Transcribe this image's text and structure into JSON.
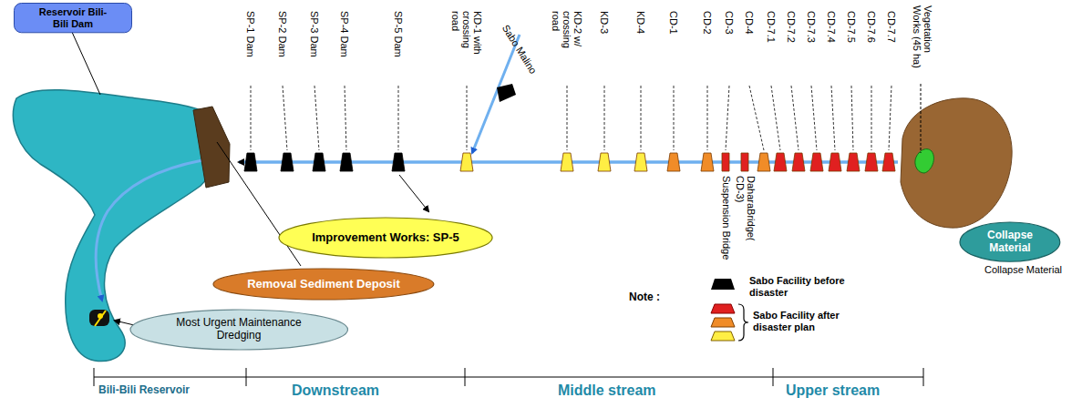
{
  "diagram": {
    "nodes": [
      {
        "text": [
          "Reservoir Bili-Bili Dam"
        ]
      },
      {
        "text": [
          "Improvement Works: SP-5"
        ]
      },
      {
        "text": [
          "Removal Sediment Deposit"
        ]
      },
      {
        "text": [
          "Most Urgent Maintenance Dredging"
        ]
      },
      {
        "text": [
          "Collapse Material"
        ]
      }
    ],
    "labels": [
      "SP-1 Dam",
      "SP-2 Dam",
      "SP-3 Dam",
      "SP-4 Dam",
      "SP-5 Dam",
      "KD-1 with crossing road",
      "Sabo Malino",
      "KD-2 w/ crossing road",
      "KD-3",
      "KD-4",
      "CD-1",
      "CD-2",
      "CD-3",
      "CD-4",
      "CD-7.1",
      "CD-7.2",
      "CD-7.3",
      "CD-7.4",
      "CD-7.5",
      "CD-7.6",
      "CD-7.7",
      "Vegetation Works (45 ha)",
      "Suspension Bridge",
      "DaharaBridge( CD-3)",
      "Collapse Material",
      "Note :",
      "Bili-Bili Reservoir",
      "Downstream",
      "Middle stream",
      "Upper stream"
    ],
    "legend": [
      {
        "text": "Sabo Facility before disaster"
      },
      {
        "text": "Sabo Facility after disaster plan"
      }
    ]
  }
}
